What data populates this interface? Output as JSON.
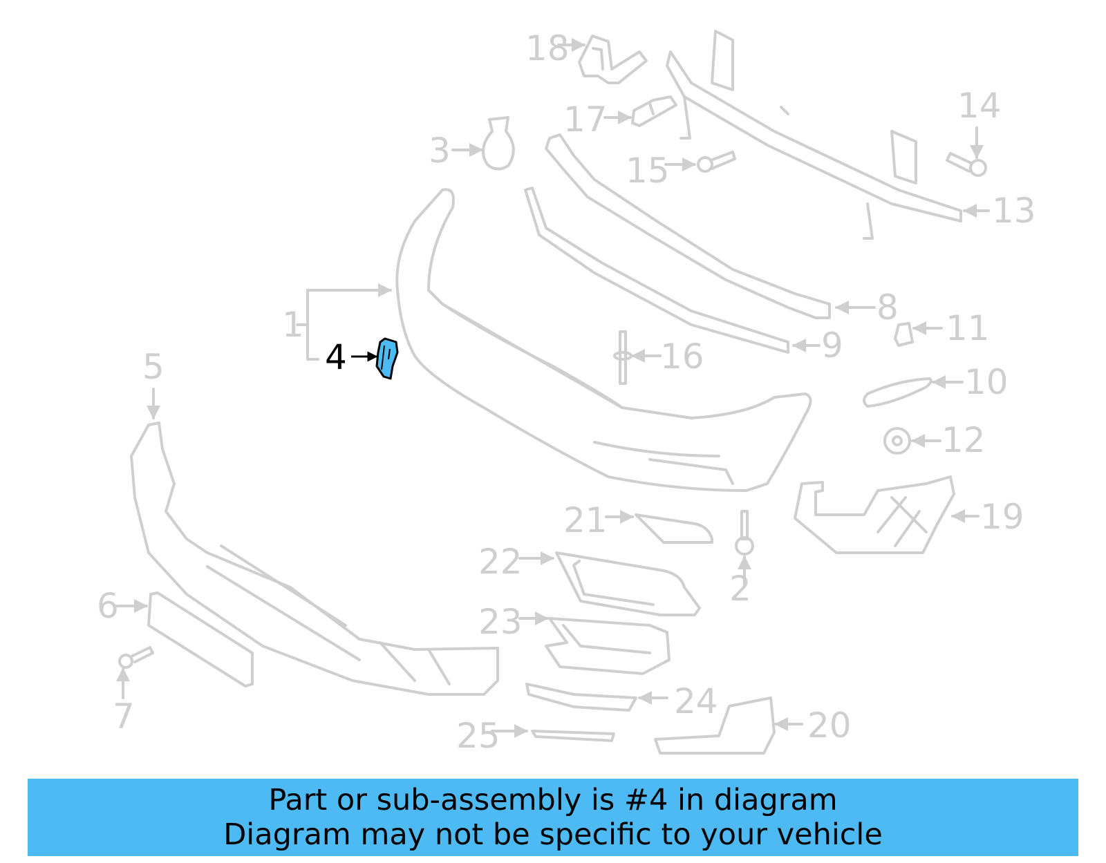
{
  "diagram": {
    "highlighted_part": "4",
    "colors": {
      "outline": "#cfcfcf",
      "highlight_fill": "#4dbaf3",
      "highlight_outline": "#000000",
      "banner_bg": "#4dbaf3"
    },
    "callouts": [
      {
        "id": "1",
        "label": "1"
      },
      {
        "id": "2",
        "label": "2"
      },
      {
        "id": "3",
        "label": "3"
      },
      {
        "id": "4",
        "label": "4"
      },
      {
        "id": "5",
        "label": "5"
      },
      {
        "id": "6",
        "label": "6"
      },
      {
        "id": "7",
        "label": "7"
      },
      {
        "id": "8",
        "label": "8"
      },
      {
        "id": "9",
        "label": "9"
      },
      {
        "id": "10",
        "label": "10"
      },
      {
        "id": "11",
        "label": "11"
      },
      {
        "id": "12",
        "label": "12"
      },
      {
        "id": "13",
        "label": "13"
      },
      {
        "id": "14",
        "label": "14"
      },
      {
        "id": "15",
        "label": "15"
      },
      {
        "id": "16",
        "label": "16"
      },
      {
        "id": "17",
        "label": "17"
      },
      {
        "id": "18",
        "label": "18"
      },
      {
        "id": "19",
        "label": "19"
      },
      {
        "id": "20",
        "label": "20"
      },
      {
        "id": "21",
        "label": "21"
      },
      {
        "id": "22",
        "label": "22"
      },
      {
        "id": "23",
        "label": "23"
      },
      {
        "id": "24",
        "label": "24"
      },
      {
        "id": "25",
        "label": "25"
      }
    ]
  },
  "banner": {
    "line1": "Part or sub-assembly is #4 in diagram",
    "line2": "Diagram may not be specific to your vehicle"
  }
}
